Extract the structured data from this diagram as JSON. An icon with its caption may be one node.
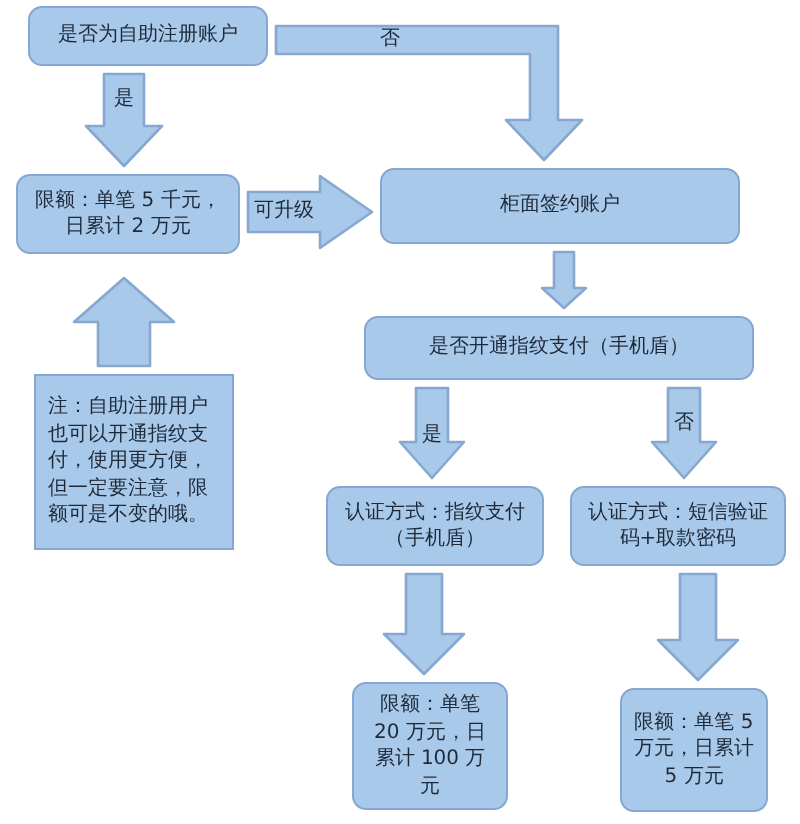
{
  "diagram": {
    "nodes": [
      {
        "text": [
          "是否为自助注册账户"
        ]
      },
      {
        "text": [
          "限额：单笔 5 千元，日累计 2 万元"
        ]
      },
      {
        "text": [
          "柜面签约账户"
        ]
      },
      {
        "text": [
          "是否开通指纹支付（手机盾）"
        ]
      },
      {
        "text": [
          "注：自助注册用户也可以开通指纹支付，使用更方便，但一定要注意，限额可是不变的哦。"
        ]
      },
      {
        "text": [
          "认证方式：指纹支付（手机盾）"
        ]
      },
      {
        "text": [
          "认证方式：短信验证码+取款密码"
        ]
      },
      {
        "text": [
          "限额：单笔 20 万元，日累计 100 万元"
        ]
      },
      {
        "text": [
          "限额：单笔 5 万元，日累计 5 万元"
        ]
      }
    ],
    "edges": [
      {
        "from": 0,
        "to": 1,
        "arrow": "to",
        "label": "是"
      },
      {
        "from": 0,
        "to": 2,
        "arrow": "to",
        "label": "否"
      },
      {
        "from": 1,
        "to": 2,
        "arrow": "to",
        "label": "可升级"
      },
      {
        "from": 2,
        "to": 3,
        "arrow": "to"
      },
      {
        "from": 4,
        "to": 1,
        "arrow": "to"
      },
      {
        "from": 3,
        "to": 5,
        "arrow": "to",
        "label": "是"
      },
      {
        "from": 3,
        "to": 6,
        "arrow": "to",
        "label": "否"
      },
      {
        "from": 5,
        "to": 7,
        "arrow": "to"
      },
      {
        "from": 6,
        "to": 8,
        "arrow": "to"
      }
    ]
  }
}
